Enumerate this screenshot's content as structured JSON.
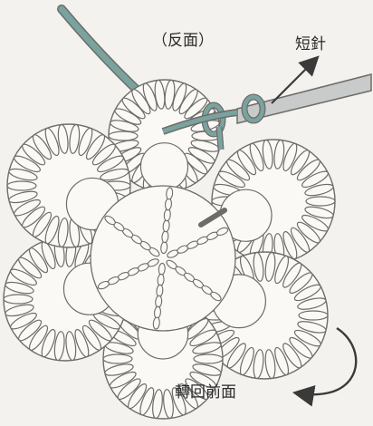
{
  "labels": {
    "reverse_side": "（反面）",
    "crochet_hook": "短針",
    "turn_to_front": "轉回前面"
  },
  "colors": {
    "background": "#f3f2ee",
    "yarn_stroke": "#6e6c68",
    "yarn_fill": "#faf9f6",
    "working_yarn": "#7aa3a0",
    "hook": "#c9cbca",
    "arrow": "#3a3a3a"
  }
}
